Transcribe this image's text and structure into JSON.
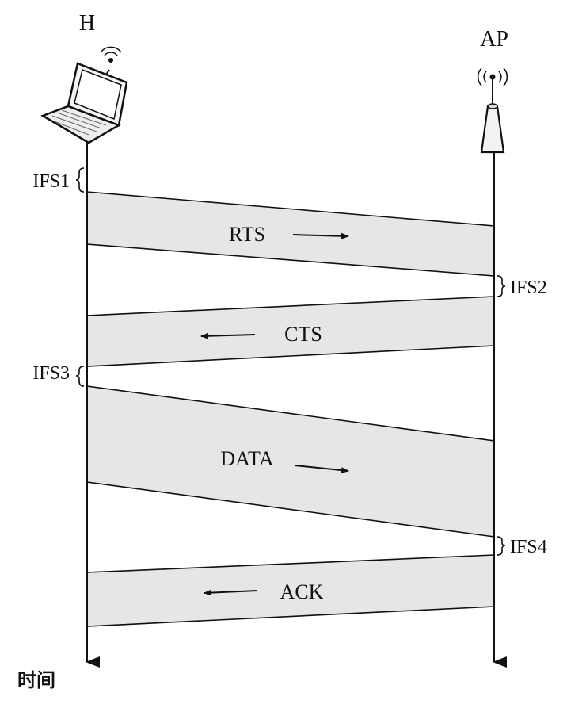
{
  "nodes": {
    "host_label": "H",
    "ap_label": "AP"
  },
  "frames": {
    "rts": "RTS",
    "cts": "CTS",
    "data": "DATA",
    "ack": "ACK"
  },
  "ifs": {
    "ifs1": "IFS1",
    "ifs2": "IFS2",
    "ifs3": "IFS3",
    "ifs4": "IFS4"
  },
  "axis": {
    "time_label": "时间"
  },
  "icons": {
    "host": "laptop-icon",
    "ap": "access-point-icon"
  },
  "colors": {
    "band_fill": "#e6e6e6",
    "line": "#111111"
  }
}
